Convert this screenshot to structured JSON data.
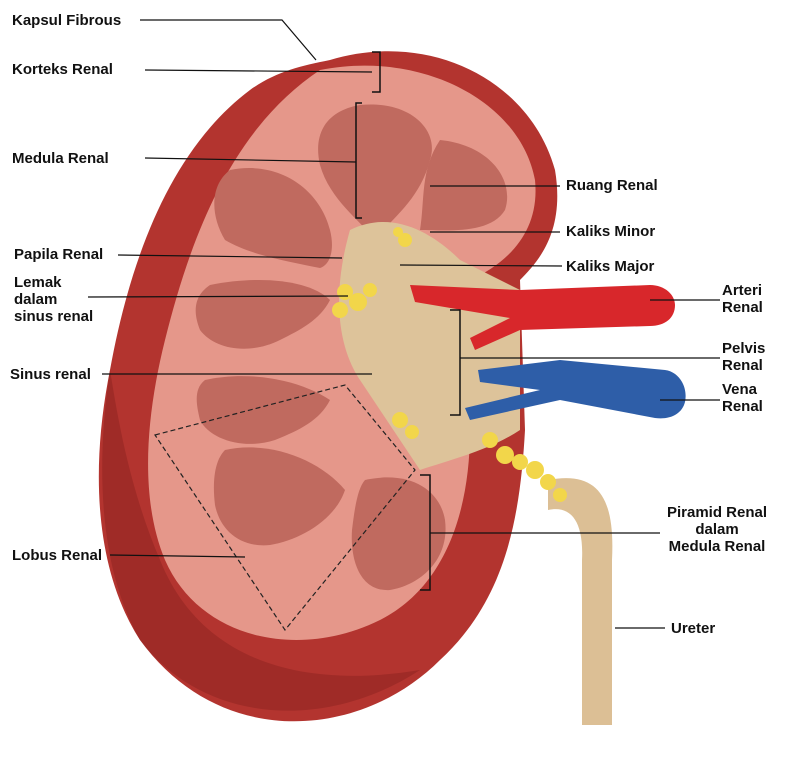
{
  "labels": {
    "kapsul_fibrous": [
      "Kapsul Fibrous"
    ],
    "korteks_renal": [
      "Korteks Renal"
    ],
    "medula_renal": [
      "Medula Renal"
    ],
    "ruang_renal": [
      "Ruang Renal"
    ],
    "kaliks_minor": [
      "Kaliks Minor"
    ],
    "papila_renal": [
      "Papila Renal"
    ],
    "kaliks_major": [
      "Kaliks Major"
    ],
    "arteri_renal": [
      "Arteri",
      "Renal"
    ],
    "lemak_sinus": [
      "Lemak",
      "dalam",
      "sinus renal"
    ],
    "pelvis_renal": [
      "Pelvis",
      "Renal"
    ],
    "sinus_renal": [
      "Sinus renal"
    ],
    "vena_renal": [
      "Vena",
      "Renal"
    ],
    "piramid_renal": [
      "Piramid Renal",
      "dalam",
      "Medula Renal"
    ],
    "lobus_renal": [
      "Lobus Renal"
    ],
    "ureter": [
      "Ureter"
    ]
  },
  "colors": {
    "capsule": "#b3342f",
    "capsule_dark": "#8e2420",
    "cortex": "#e5978a",
    "medulla": "#c8756a",
    "pyramid": "#c06a5f",
    "sinus": "#ddc39a",
    "fat": "#f2d64a",
    "artery": "#d8272b",
    "vein": "#2e5ea8",
    "ureter": "#dcbf95",
    "leader": "#111111"
  }
}
